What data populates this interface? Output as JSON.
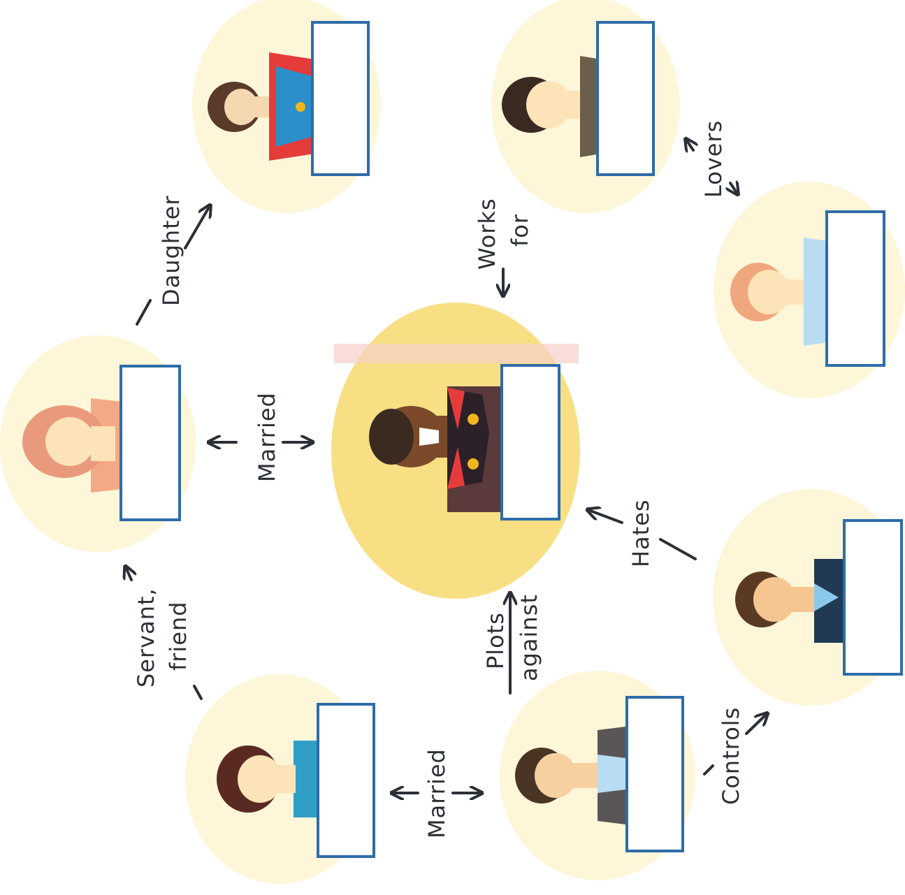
{
  "diagram": {
    "characters": [
      {
        "id": "center",
        "icon": "king-black-robe-icon",
        "highlighted": true,
        "name_box": ""
      },
      {
        "id": "top-left",
        "icon": "woman-long-hair-icon",
        "name_box": ""
      },
      {
        "id": "top-center",
        "icon": "senator-red-robe-icon",
        "name_box": ""
      },
      {
        "id": "top-right",
        "icon": "young-man-dark-hair-icon",
        "name_box": ""
      },
      {
        "id": "right-upper",
        "icon": "woman-blonde-icon",
        "name_box": ""
      },
      {
        "id": "right-lower",
        "icon": "man-dark-coat-icon",
        "name_box": ""
      },
      {
        "id": "bottom-right",
        "icon": "man-grey-coat-icon",
        "name_box": ""
      },
      {
        "id": "bottom-left",
        "icon": "woman-teal-dress-icon",
        "name_box": ""
      }
    ],
    "relations": {
      "married_center": "Married",
      "daughter": "Daughter",
      "works_for_1": "Works",
      "works_for_2": "for",
      "lovers": "Lovers",
      "hates": "Hates",
      "controls": "Controls",
      "plots_against_1": "Plots",
      "plots_against_2": "against",
      "married_bottom": "Married",
      "servant_friend_1": "Servant,",
      "servant_friend_2": "friend"
    },
    "colors": {
      "circle": "#fdf6d8",
      "center_circle": "#f8df84",
      "box_border": "#2e6ca8",
      "text": "#2b2f36"
    }
  }
}
